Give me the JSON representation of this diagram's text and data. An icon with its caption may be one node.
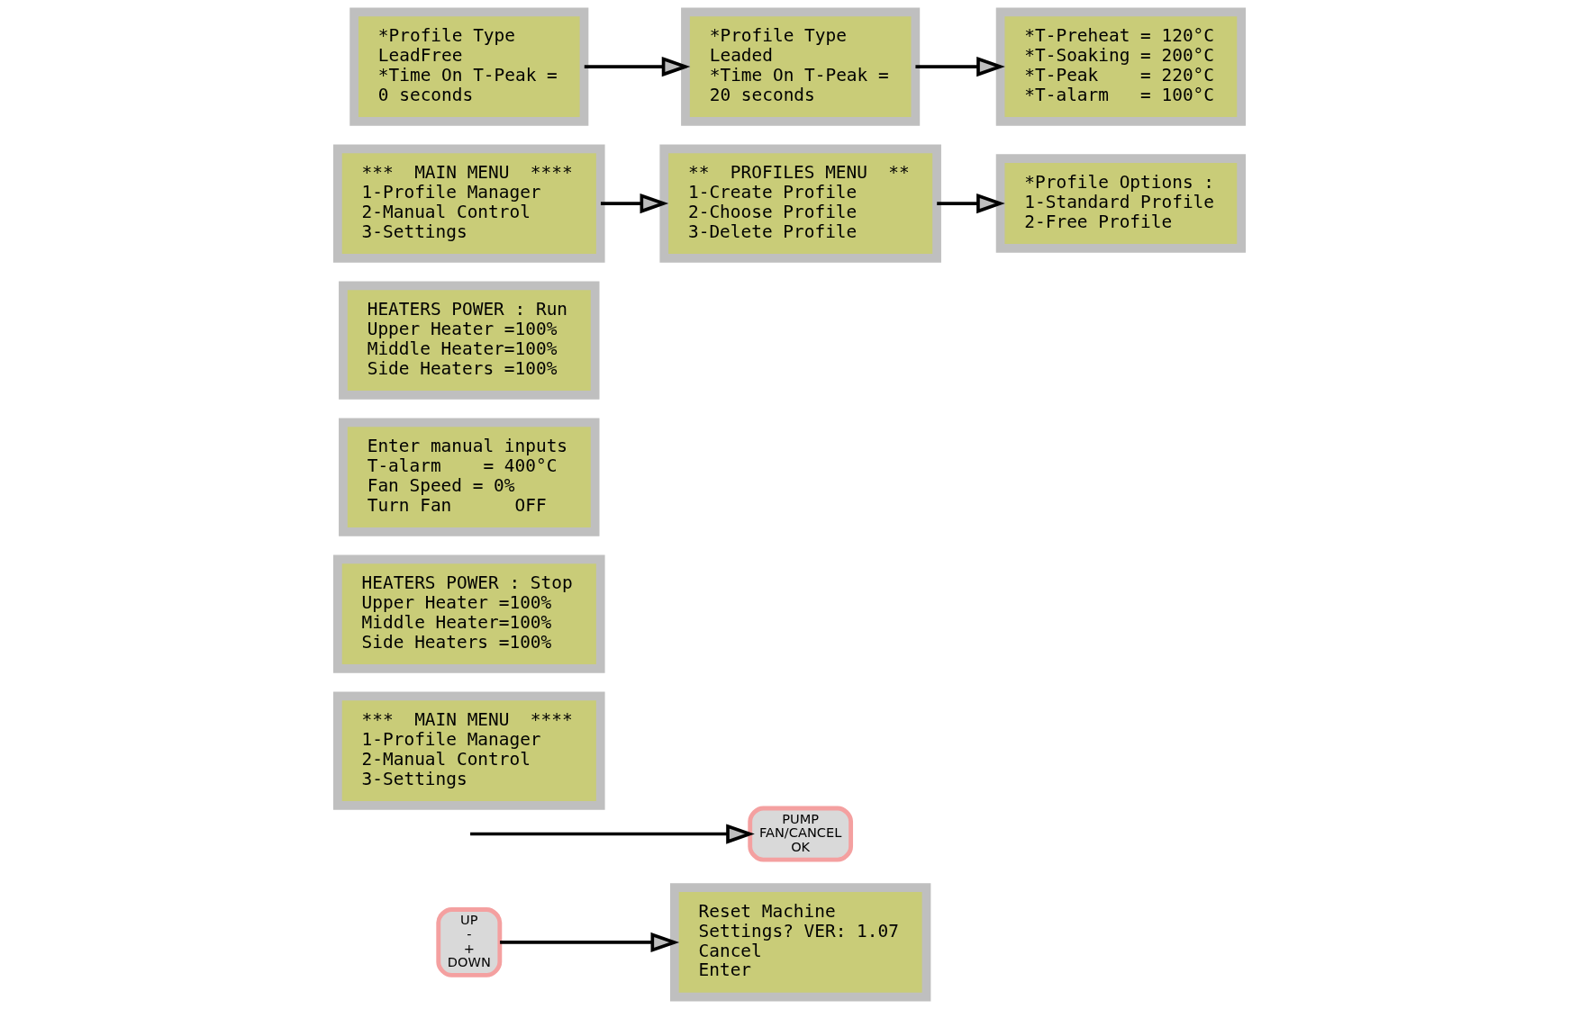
{
  "diagram": {
    "nodes": [
      {
        "text": [
          "UP",
          "-",
          "+",
          "DOWN"
        ]
      },
      {
        "text": [
          "Reset Machine",
          "Settings? VER: 1.07",
          "Cancel",
          "Enter"
        ]
      },
      {
        "text": [
          "PUMP",
          "FAN/CANCEL",
          "OK"
        ]
      },
      {
        "text": [
          "***  MAIN MENU  ****",
          "1-Profile Manager",
          "2-Manual Control",
          "3-Settings"
        ]
      },
      {
        "text": [
          "HEATERS POWER : Stop",
          "Upper Heater =100%",
          "Middle Heater=100%",
          "Side Heaters =100%"
        ]
      },
      {
        "text": [
          "Enter manual inputs",
          "T-alarm    = 400°C",
          "Fan Speed = 0%",
          "Turn Fan      OFF"
        ]
      },
      {
        "text": [
          "HEATERS POWER : Run",
          "Upper Heater =100%",
          "Middle Heater=100%",
          "Side Heaters =100%"
        ]
      },
      {
        "text": [
          "***  MAIN MENU  ****",
          "1-Profile Manager",
          "2-Manual Control",
          "3-Settings"
        ]
      },
      {
        "text": [
          "**  PROFILES MENU  **",
          "1-Create Profile",
          "2-Choose Profile",
          "3-Delete Profile"
        ]
      },
      {
        "text": [
          "*Profile Options :",
          "1-Standard Profile",
          "2-Free Profile"
        ]
      },
      {
        "text": [
          "*Profile Type",
          "LeadFree",
          "*Time On T-Peak =",
          "0 seconds"
        ]
      },
      {
        "text": [
          "*Profile Type",
          "Leaded",
          "*Time On T-Peak =",
          "20 seconds"
        ]
      },
      {
        "text": [
          "*T-Preheat = 120°C",
          "*T-Soaking = 200°C",
          "*T-Peak    = 220°C",
          "*T-alarm   = 100°C"
        ]
      }
    ],
    "edges": [
      {
        "from": 0,
        "to": 1,
        "arrow": "to"
      },
      {
        "from": null,
        "to": 2,
        "arrow": "to"
      },
      {
        "from": 7,
        "to": 8,
        "arrow": "to"
      },
      {
        "from": 8,
        "to": 9,
        "arrow": "to"
      },
      {
        "from": 10,
        "to": 11,
        "arrow": "to"
      },
      {
        "from": 11,
        "to": 12,
        "arrow": "to"
      }
    ]
  }
}
